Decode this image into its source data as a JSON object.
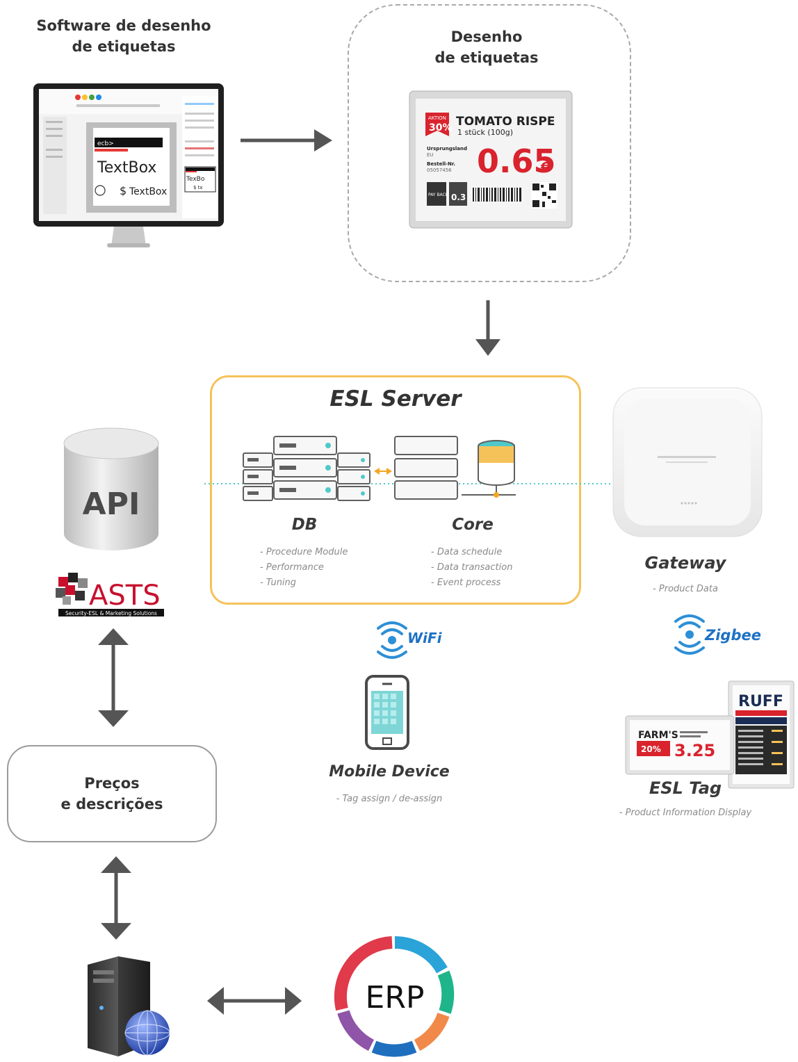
{
  "label_software": {
    "line1": "Software de desenho",
    "line2": "de etiquetas"
  },
  "label_design": {
    "line1": "Desenho",
    "line2": "de etiquetas"
  },
  "monitor_screen": {
    "header_text": "ecb>",
    "textbox_large": "TextBox",
    "textbox_small": "TextBox",
    "dollar": "$"
  },
  "price_tag": {
    "promo_word": "AKTION",
    "promo_value": "30%",
    "product_name": "TOMATO RISPE",
    "quantity": "1 stück (100g)",
    "origin_label": "Ursprungsland",
    "origin_value": "EU",
    "order_label": "Bestell-Nr.",
    "order_value": "05057456",
    "price": "0.65",
    "currency": "€",
    "payback_text": "PAY BACK",
    "payback_value": "0.3"
  },
  "esl_server": {
    "title": "ESL Server",
    "db": {
      "label": "DB",
      "items": [
        "- Procedure Module",
        "- Performance",
        "- Tuning"
      ]
    },
    "core": {
      "label": "Core",
      "items": [
        "- Data schedule",
        "- Data transaction",
        "- Event process"
      ]
    }
  },
  "gateway": {
    "label": "Gateway",
    "sub": "- Product Data"
  },
  "wifi": {
    "label": "WiFi"
  },
  "zigbee": {
    "label": "Zigbee"
  },
  "mobile": {
    "label": "Mobile Device",
    "sub": "- Tag assign / de-assign"
  },
  "esl_tag": {
    "label": "ESL Tag",
    "sub": "- Product Information Display",
    "small_brand": "FARM'S",
    "small_promo": "20%",
    "small_price": "3.25",
    "large_brand": "RUFF"
  },
  "api": {
    "label": "API"
  },
  "asts": {
    "name": "ASTS",
    "tagline": "Security-ESL & Marketing Solutions"
  },
  "prices_box": {
    "line1": "Preços",
    "line2": "e descrições"
  },
  "erp": {
    "label": "ERP"
  },
  "colors": {
    "server_border": "#f5c25a",
    "accent_teal": "#4fc9c9",
    "wifi_blue": "#2d8fd6",
    "price_red": "#d9232d",
    "asts_red": "#c8102e"
  }
}
